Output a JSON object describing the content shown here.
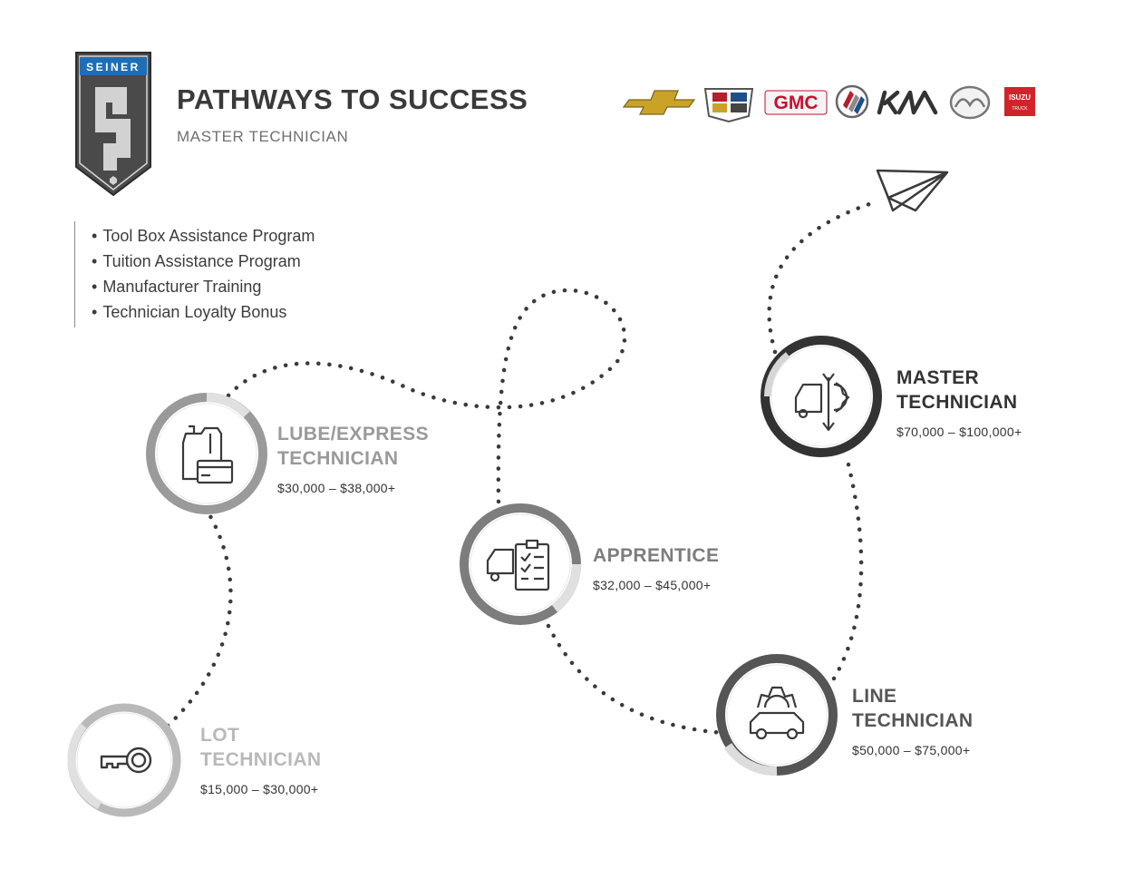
{
  "header": {
    "logo_text": "SEINER",
    "title": "PATHWAYS TO SUCCESS",
    "subtitle": "MASTER TECHNICIAN"
  },
  "brands": [
    {
      "name": "Chevrolet",
      "icon": "chevrolet-logo-icon"
    },
    {
      "name": "Cadillac",
      "icon": "cadillac-logo-icon"
    },
    {
      "name": "GMC",
      "icon": "gmc-logo-icon",
      "label": "GMC"
    },
    {
      "name": "Buick",
      "icon": "buick-logo-icon"
    },
    {
      "name": "Kia",
      "icon": "kia-logo-icon"
    },
    {
      "name": "Mazda",
      "icon": "mazda-logo-icon"
    },
    {
      "name": "Isuzu",
      "icon": "isuzu-logo-icon",
      "label": "ISUZU",
      "sublabel": "TRUCK"
    }
  ],
  "benefits": [
    "Tool Box Assistance Program",
    "Tuition Assistance Program",
    "Manufacturer Training",
    "Technician Loyalty Bonus"
  ],
  "stages": [
    {
      "id": "lot",
      "title_line1": "LOT",
      "title_line2": "TECHNICIAN",
      "salary": "$15,000 – $30,000+",
      "icon": "key-icon",
      "color": "#b9b9b9"
    },
    {
      "id": "lube",
      "title_line1": "LUBE/EXPRESS",
      "title_line2": "TECHNICIAN",
      "salary": "$30,000 – $38,000+",
      "icon": "oil-jug-card-icon",
      "color": "#9a9a9a"
    },
    {
      "id": "apprentice",
      "title_line1": "APPRENTICE",
      "title_line2": "",
      "salary": "$32,000 – $45,000+",
      "icon": "car-clipboard-icon",
      "color": "#7d7d7d"
    },
    {
      "id": "line",
      "title_line1": "LINE",
      "title_line2": "TECHNICIAN",
      "salary": "$50,000 – $75,000+",
      "icon": "car-gear-icon",
      "color": "#555555"
    },
    {
      "id": "master",
      "title_line1": "MASTER",
      "title_line2": "TECHNICIAN",
      "salary": "$70,000 – $100,000+",
      "icon": "car-wrench-gear-icon",
      "color": "#333333"
    }
  ],
  "colors": {
    "logo_blue": "#1f6db5",
    "logo_dark": "#4a4a4a",
    "path_dots": "#3a3a3a",
    "gmc_red": "#c8102e",
    "isuzu_red": "#d2232a",
    "chevy_gold": "#c9a227"
  },
  "decor": {
    "end_icon": "paper-plane-icon"
  }
}
